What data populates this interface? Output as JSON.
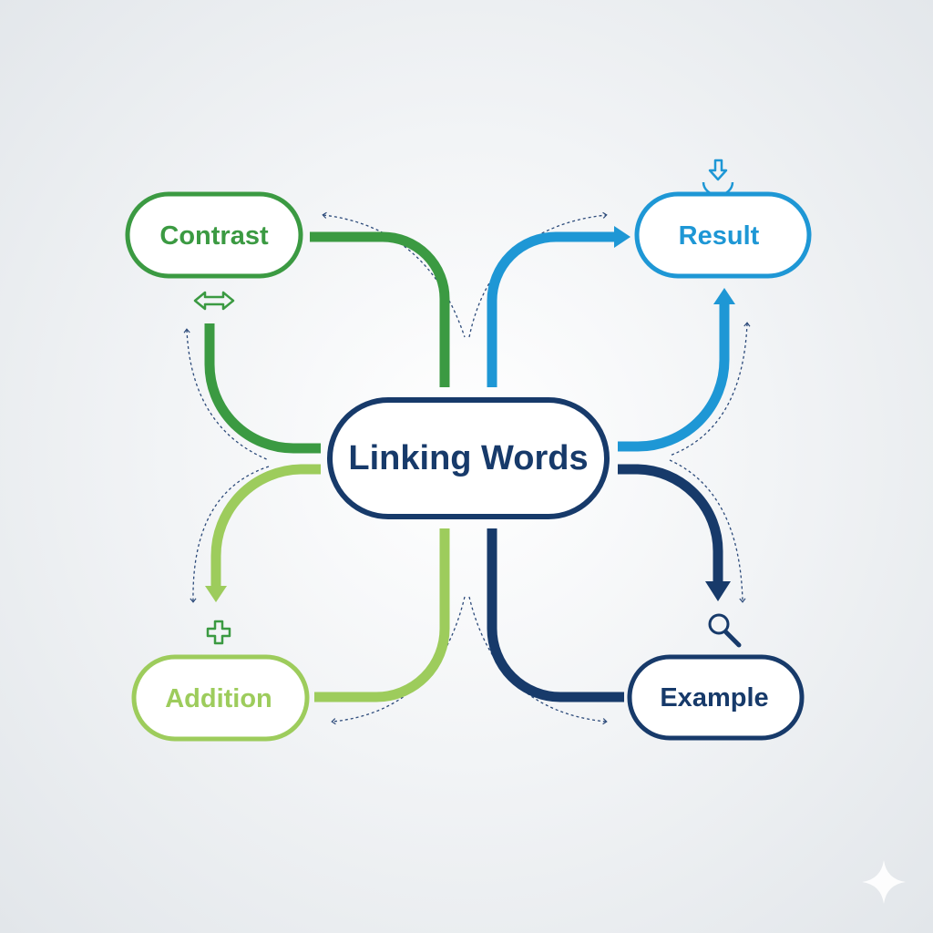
{
  "center": {
    "label": "Linking Words"
  },
  "nodes": {
    "contrast": {
      "label": "Contrast",
      "icon": "double-arrow-icon"
    },
    "result": {
      "label": "Result",
      "icon": "download-arrow-icon"
    },
    "addition": {
      "label": "Addition",
      "icon": "plus-icon"
    },
    "example": {
      "label": "Example",
      "icon": "magnifier-icon"
    }
  },
  "colors": {
    "contrast": "#3b9a42",
    "result": "#1e97d5",
    "addition": "#9dcc5c",
    "example": "#173a6a",
    "center": "#173a6a"
  }
}
